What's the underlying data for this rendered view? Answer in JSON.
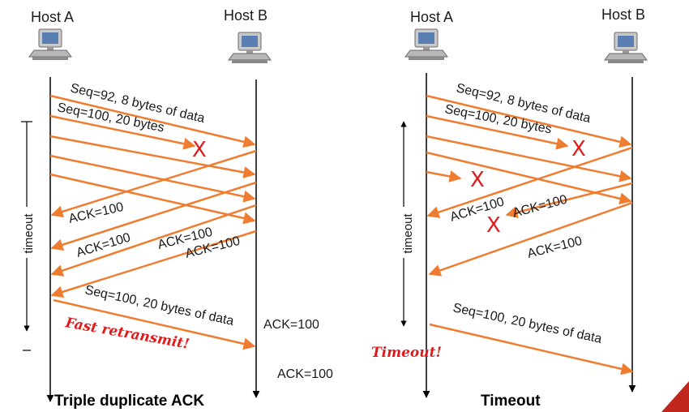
{
  "left": {
    "host_a": "Host A",
    "host_b": "Host B",
    "messages": {
      "seq92": "Seq=92, 8 bytes of data",
      "seq100": "Seq=100, 20 bytes",
      "ack1": "ACK=100",
      "ack2": "ACK=100",
      "ack3": "ACK=100",
      "ack4": "ACK=100",
      "retx": "Seq=100, 20 bytes of data",
      "ack_after1": "ACK=100",
      "ack_after2": "ACK=100"
    },
    "loss_mark": "X",
    "timeout_label": "timeout",
    "note": "Fast retransmit!",
    "caption": "Triple duplicate ACK"
  },
  "right": {
    "host_a": "Host A",
    "host_b": "Host B",
    "messages": {
      "seq92": "Seq=92, 8 bytes of data",
      "seq100": "Seq=100, 20 bytes",
      "ack1": "ACK=100",
      "ack2": "ACK=100",
      "ack3": "ACK=100",
      "retx": "Seq=100, 20 bytes of data"
    },
    "loss_mark": "X",
    "timeout_label": "timeout",
    "note": "Timeout!",
    "caption": "Timeout"
  },
  "colors": {
    "arrow": "#ee7d31",
    "loss": "#e01b1b",
    "note": "#e01b1b",
    "corner": "#c0261c"
  },
  "icons": [
    "desktop-computer-icon"
  ]
}
